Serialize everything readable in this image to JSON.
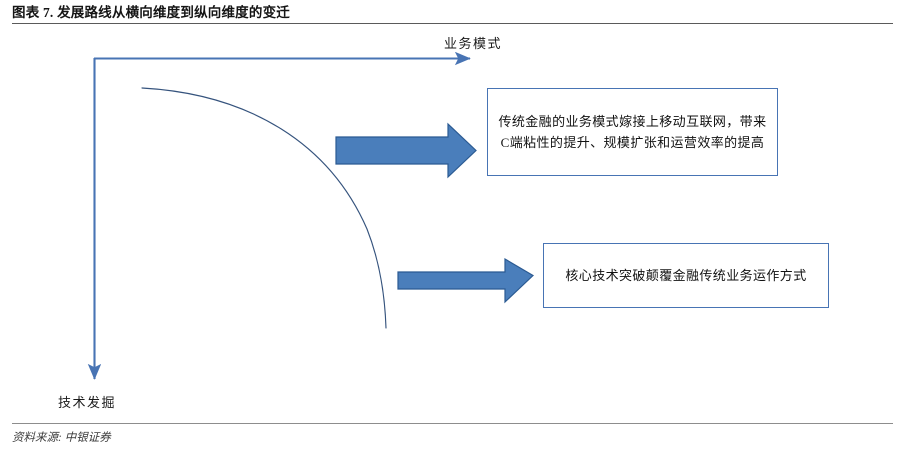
{
  "header": {
    "figure_title": "图表 7. 发展路线从横向维度到纵向维度的变迁"
  },
  "footer": {
    "source_note": "资料来源: 中银证券"
  },
  "diagram": {
    "x_axis_label": "业务模式",
    "y_axis_label": "技术发掘",
    "callouts": [
      {
        "id": "callout-1",
        "text": "传统金融的业务模式嫁接上移动互联网，带来C端粘性的提升、规模扩张和运营效率的提高"
      },
      {
        "id": "callout-2",
        "text": "核心技术突破颠覆金融传统业务运作方式"
      }
    ],
    "arrows": [
      {
        "id": "block-arrow-1",
        "direction": "right"
      },
      {
        "id": "block-arrow-2",
        "direction": "right"
      }
    ],
    "colors": {
      "axis_blue": "#4874b4",
      "arrow_fill": "#4a7ebb",
      "arrow_stroke": "#2b5a92",
      "curve_stroke": "#35537d",
      "box_border": "#4874b4",
      "rule_dark": "#5a5a5a",
      "rule_light": "#8d8d8d"
    }
  }
}
